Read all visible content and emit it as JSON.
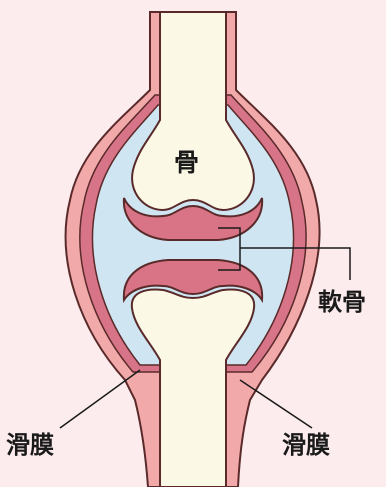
{
  "labels": {
    "bone": "骨",
    "cartilage": "軟骨",
    "synovium_left": "滑膜",
    "synovium_right": "滑膜"
  },
  "colors": {
    "background": "#fcecee",
    "capsule_outer": "#f2a9a9",
    "capsule_inner": "#d87488",
    "synovial_fluid": "#cfe6f2",
    "bone": "#fcf8e6",
    "cartilage": "#d97487",
    "outline": "#5a2a2a",
    "leader_line": "#1a1a1a"
  }
}
